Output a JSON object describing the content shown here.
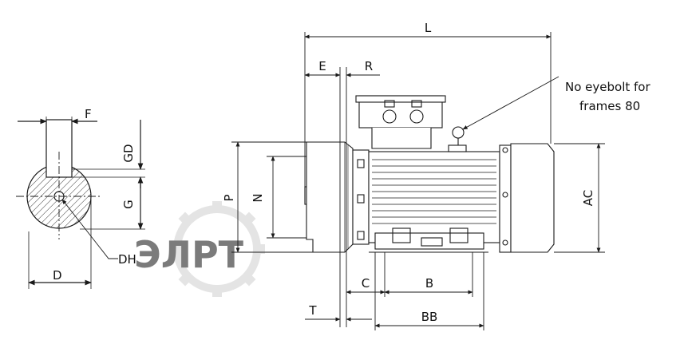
{
  "labels": {
    "F": "F",
    "GD": "GD",
    "G": "G",
    "DH": "DH",
    "D": "D",
    "L": "L",
    "E": "E",
    "R": "R",
    "P": "P",
    "N": "N",
    "AC": "AC",
    "C": "C",
    "B": "B",
    "BB": "BB",
    "T": "T"
  },
  "note": {
    "line1": "No eyebolt for",
    "line2": "frames 80"
  },
  "watermark": {
    "text": "ЭЛРТ",
    "color_left": "#f4a46a",
    "color_right": "#c9c9c9"
  },
  "colors": {
    "line": "#1a1a1a",
    "hatch": "#333333"
  }
}
